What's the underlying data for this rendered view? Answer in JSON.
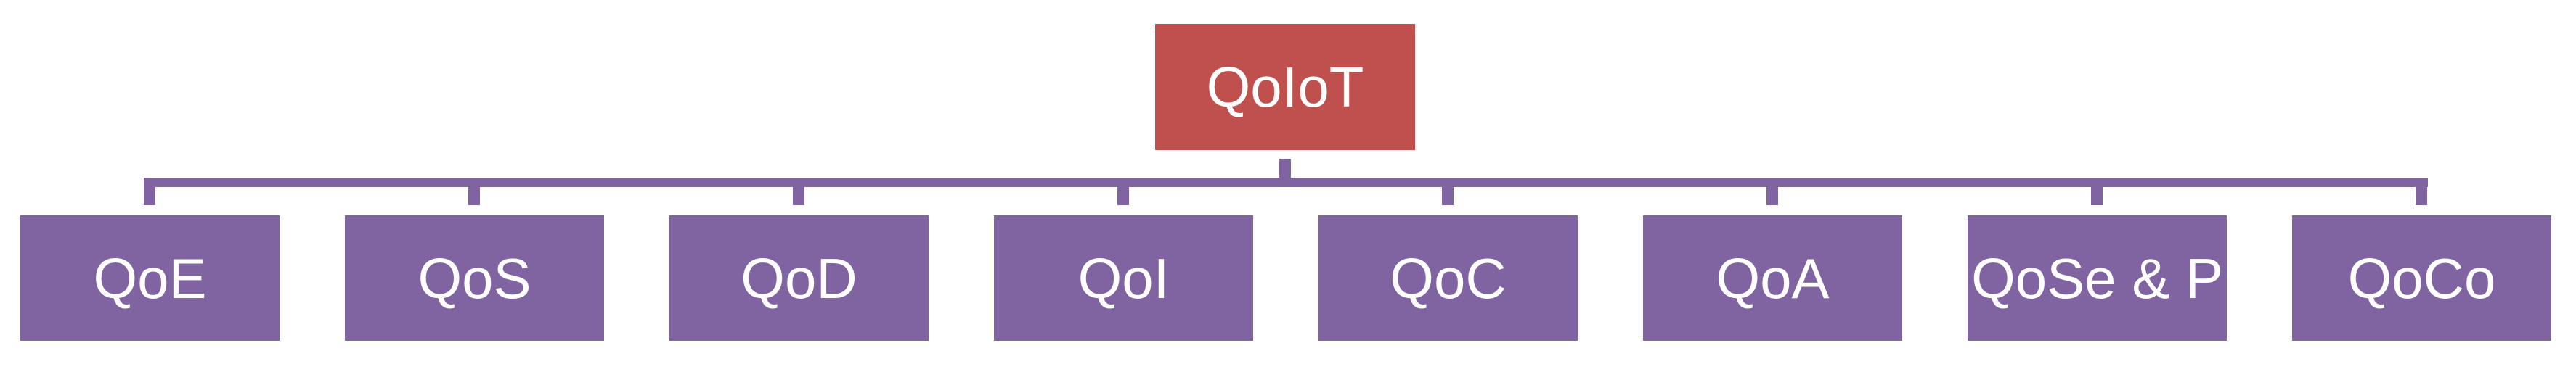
{
  "diagram": {
    "type": "hierarchy-org-chart",
    "root": {
      "label": "QoIoT"
    },
    "children": [
      {
        "label": "QoE"
      },
      {
        "label": "QoS"
      },
      {
        "label": "QoD"
      },
      {
        "label": "QoI"
      },
      {
        "label": "QoC"
      },
      {
        "label": "QoA"
      },
      {
        "label": "QoSe & P"
      },
      {
        "label": "QoCo"
      }
    ]
  },
  "colors": {
    "background": "#ffffff",
    "root_fill": "#c0504d",
    "child_fill": "#8064a2",
    "connector": "#8064a2",
    "label_text": "#ffffff"
  }
}
